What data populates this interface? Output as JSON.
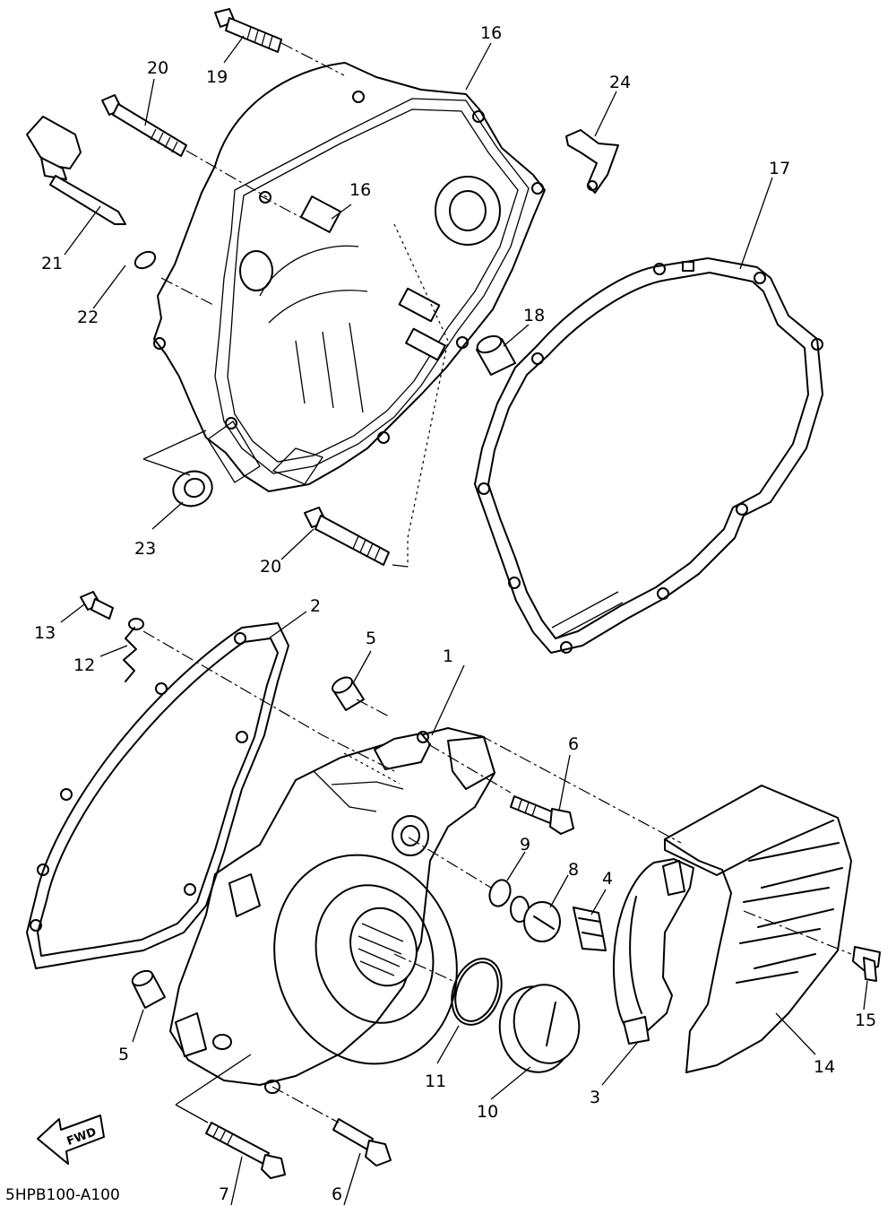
{
  "diagram": {
    "code": "5HPB100-A100",
    "fwd_label": "FWD",
    "callouts": [
      {
        "id": "c1",
        "text": "1"
      },
      {
        "id": "c2",
        "text": "2"
      },
      {
        "id": "c3",
        "text": "3"
      },
      {
        "id": "c4",
        "text": "4"
      },
      {
        "id": "c5a",
        "text": "5"
      },
      {
        "id": "c5b",
        "text": "5"
      },
      {
        "id": "c6a",
        "text": "6"
      },
      {
        "id": "c6b",
        "text": "6"
      },
      {
        "id": "c7",
        "text": "7"
      },
      {
        "id": "c8",
        "text": "8"
      },
      {
        "id": "c9",
        "text": "9"
      },
      {
        "id": "c10",
        "text": "10"
      },
      {
        "id": "c11",
        "text": "11"
      },
      {
        "id": "c12",
        "text": "12"
      },
      {
        "id": "c13",
        "text": "13"
      },
      {
        "id": "c14",
        "text": "14"
      },
      {
        "id": "c15",
        "text": "15"
      },
      {
        "id": "c16a",
        "text": "16"
      },
      {
        "id": "c16b",
        "text": "16"
      },
      {
        "id": "c17",
        "text": "17"
      },
      {
        "id": "c18",
        "text": "18"
      },
      {
        "id": "c19",
        "text": "19"
      },
      {
        "id": "c20a",
        "text": "20"
      },
      {
        "id": "c20b",
        "text": "20"
      },
      {
        "id": "c21",
        "text": "21"
      },
      {
        "id": "c22",
        "text": "22"
      },
      {
        "id": "c23",
        "text": "23"
      },
      {
        "id": "c24",
        "text": "24"
      }
    ]
  }
}
